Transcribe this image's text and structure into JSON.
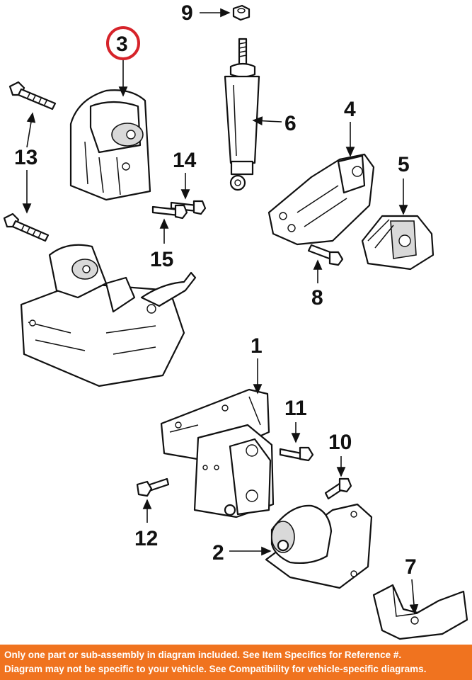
{
  "diagram": {
    "callouts": {
      "c1": "1",
      "c2": "2",
      "c3": "3",
      "c4": "4",
      "c5": "5",
      "c6": "6",
      "c7": "7",
      "c8": "8",
      "c9": "9",
      "c10": "10",
      "c11": "11",
      "c12": "12",
      "c13": "13",
      "c14": "14",
      "c15": "15"
    },
    "highlighted_callout": "3",
    "highlight_color": "#d6232a"
  },
  "footer": {
    "line1": "Only one part or sub-assembly in diagram included. See Item Specifics for Reference #.",
    "line2": "Diagram may not be specific to your vehicle. See Compatibility for vehicle-specific diagrams.",
    "background_color": "#f0731f",
    "text_color": "#ffffff"
  }
}
